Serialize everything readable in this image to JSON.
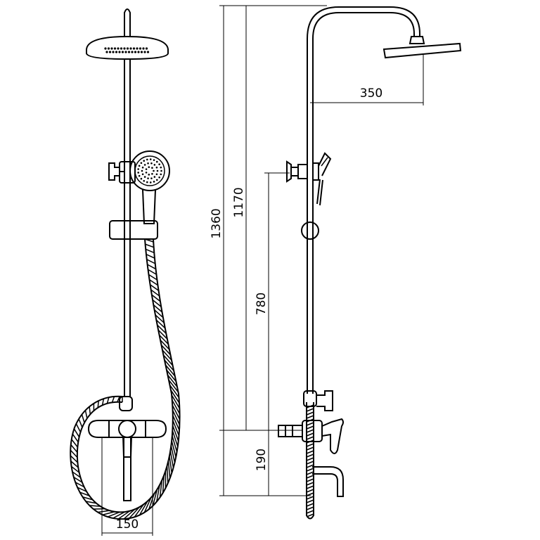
{
  "dimensions": {
    "total_height": "1360",
    "arm_height": "1170",
    "slider_height": "780",
    "mixer_height": "190",
    "arm_reach": "350",
    "inlet_spacing": "150"
  },
  "colors": {
    "line": "#000000",
    "background": "#ffffff"
  }
}
